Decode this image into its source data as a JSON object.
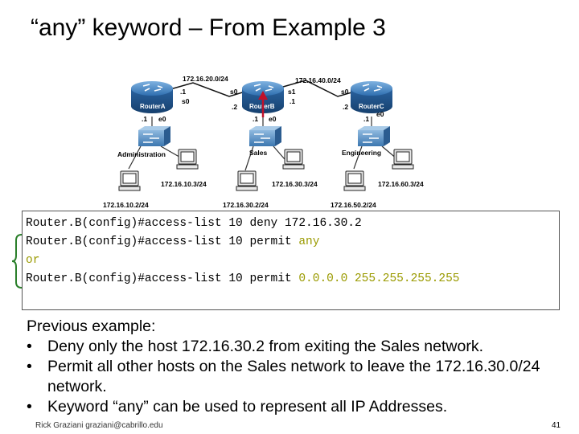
{
  "title": "“any” keyword – From Example 3",
  "diagram": {
    "networks_top": [
      "172.16.20.0/24",
      "172.16.40.0/24"
    ],
    "routers": [
      {
        "name": "RouterA",
        "ports": [
          ".1",
          "s0",
          ".1",
          "e0"
        ]
      },
      {
        "name": "RouterB",
        "ports": [
          ".2",
          "s0",
          ".1",
          "e0"
        ]
      },
      {
        "name": "RouterC",
        "ports": [
          "s1",
          ".1",
          ".2",
          "s0",
          ".1",
          "e0"
        ]
      }
    ],
    "segments": [
      "Administration",
      "Sales",
      "Engineering"
    ],
    "hosts": [
      "172.16.10.3/24",
      "172.16.30.3/24",
      "172.16.60.3/24",
      "172.16.10.2/24",
      "172.16.30.2/24",
      "172.16.50.2/24"
    ]
  },
  "code": {
    "line1": "Router.B(config)#access-list 10 deny 172.16.30.2",
    "line2_prefix": "Router.B(config)#access-list 10 permit ",
    "line2_hl": "any",
    "line3": "or",
    "line4_prefix": "Router.B(config)#access-list 10 permit ",
    "line4_hl": "0.0.0.0 255.255.255.255"
  },
  "notes": {
    "heading": "Previous example:",
    "bullet": "•",
    "items": [
      "Deny only the host 172.16.30.2 from exiting the Sales network.",
      "Permit all other hosts on the Sales network to leave the 172.16.30.0/24",
      "network.",
      "Keyword “any” can be used to represent all IP Addresses."
    ]
  },
  "footer": "Rick Graziani graziani@cabrillo.edu",
  "page_number": "41",
  "colors": {
    "router_blue": "#2f6fb0",
    "highlight": "#9a9a00",
    "brace": "#2a7f2a",
    "arrow": "#c0102a"
  }
}
